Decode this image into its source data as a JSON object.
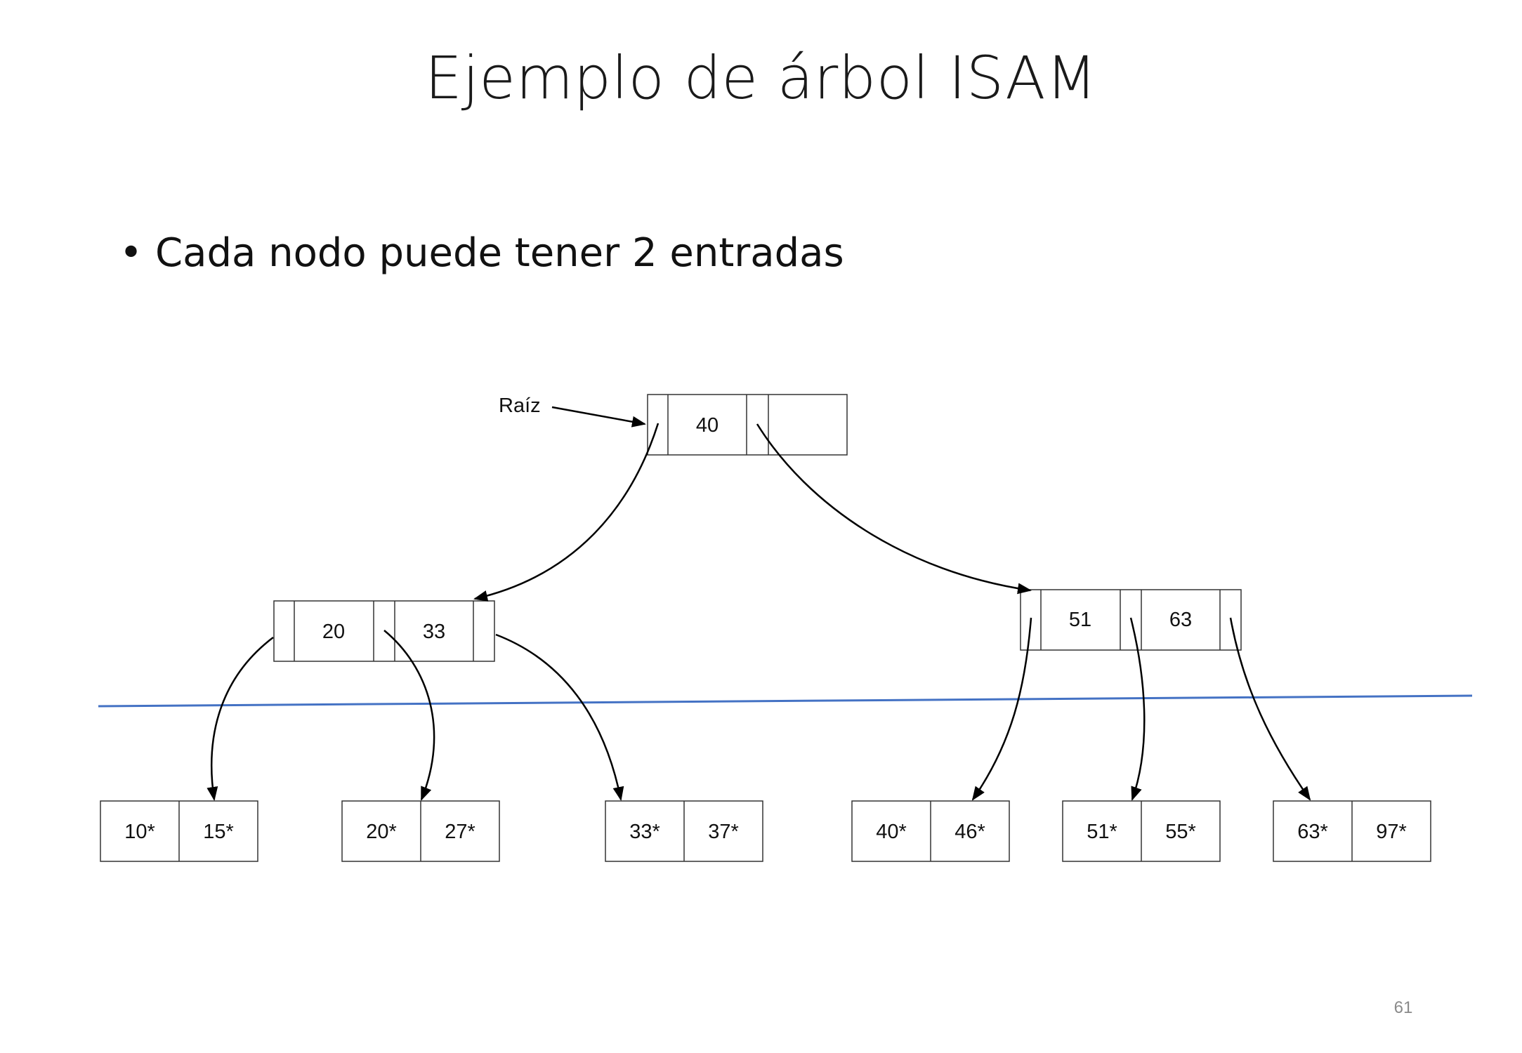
{
  "slide": {
    "title": "Ejemplo de árbol ISAM",
    "bullet": "Cada nodo puede tener 2 entradas",
    "page_number": "61"
  },
  "diagram": {
    "root_label": "Raíz",
    "root": {
      "keys": [
        "40"
      ]
    },
    "internal": [
      {
        "keys": [
          "20",
          "33"
        ]
      },
      {
        "keys": [
          "51",
          "63"
        ]
      }
    ],
    "leaves": [
      [
        "10*",
        "15*"
      ],
      [
        "20*",
        "27*"
      ],
      [
        "33*",
        "37*"
      ],
      [
        "40*",
        "46*"
      ],
      [
        "51*",
        "55*"
      ],
      [
        "63*",
        "97*"
      ]
    ],
    "separator_color": "#4472c4",
    "line_color": "#000000"
  }
}
